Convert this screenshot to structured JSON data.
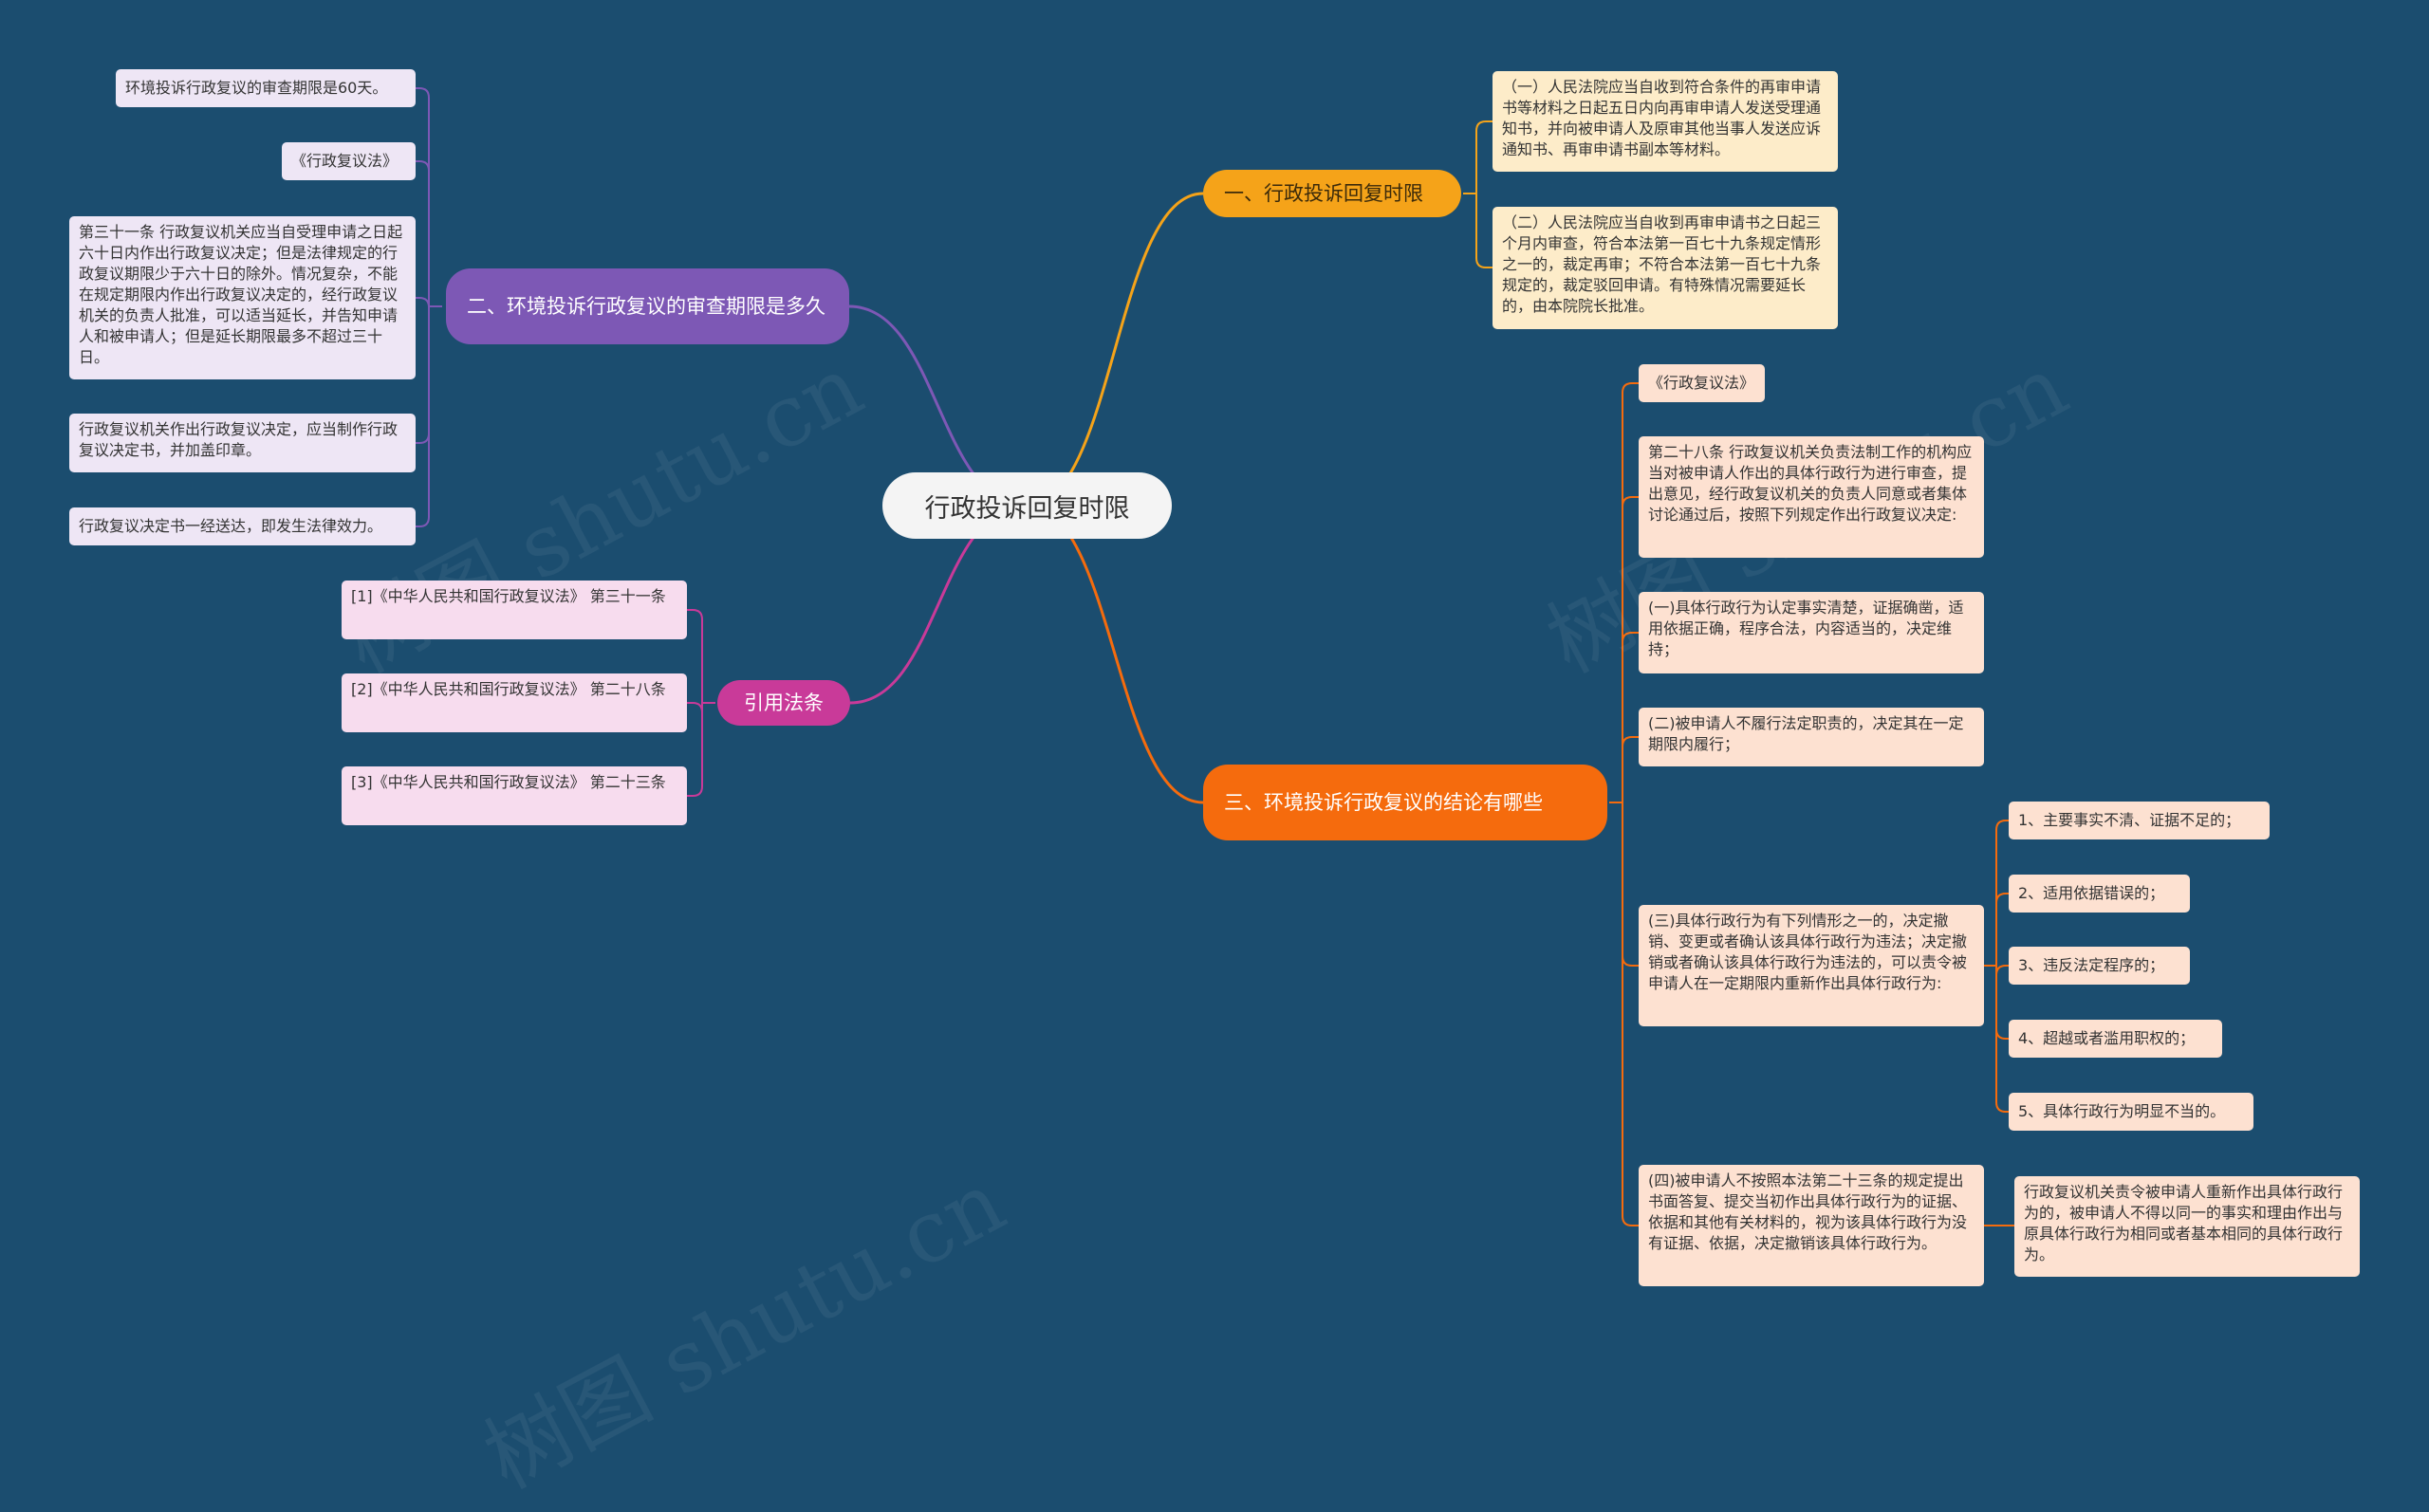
{
  "root": {
    "label": "行政投诉回复时限"
  },
  "branches": {
    "b1": {
      "label": "一、行政投诉回复时限",
      "color": "#f5a319",
      "children": [
        "（一）人民法院应当自收到符合条件的再审申请书等材料之日起五日内向再审申请人发送受理通知书，并向被申请人及原审其他当事人发送应诉通知书、再审申请书副本等材料。",
        "（二）人民法院应当自收到再审申请书之日起三个月内审查，符合本法第一百七十九条规定情形之一的，裁定再审；不符合本法第一百七十九条规定的，裁定驳回申请。有特殊情况需要延长的，由本院院长批准。"
      ]
    },
    "b2": {
      "label": "二、环境投诉行政复议的审查期限是多久",
      "color": "#7d58b5",
      "children": [
        "环境投诉行政复议的审查期限是60天。",
        "《行政复议法》",
        "第三十一条 行政复议机关应当自受理申请之日起六十日内作出行政复议决定；但是法律规定的行政复议期限少于六十日的除外。情况复杂，不能在规定期限内作出行政复议决定的，经行政复议机关的负责人批准，可以适当延长，并告知申请人和被申请人；但是延长期限最多不超过三十日。",
        "行政复议机关作出行政复议决定，应当制作行政复议决定书，并加盖印章。",
        "行政复议决定书一经送达，即发生法律效力。"
      ]
    },
    "b3": {
      "label": "引用法条",
      "color": "#c93a99",
      "children": [
        "[1]《中华人民共和国行政复议法》 第三十一条",
        "[2]《中华人民共和国行政复议法》 第二十八条",
        "[3]《中华人民共和国行政复议法》 第二十三条"
      ]
    },
    "b4": {
      "label": "三、环境投诉行政复议的结论有哪些",
      "color": "#f56b0d",
      "children": [
        "《行政复议法》",
        "第二十八条 行政复议机关负责法制工作的机构应当对被申请人作出的具体行政行为进行审查，提出意见，经行政复议机关的负责人同意或者集体讨论通过后，按照下列规定作出行政复议决定:",
        "(一)具体行政行为认定事实清楚，证据确凿，适用依据正确，程序合法，内容适当的，决定维持；",
        "(二)被申请人不履行法定职责的，决定其在一定期限内履行；",
        "(三)具体行政行为有下列情形之一的，决定撤销、变更或者确认该具体行政行为违法；决定撤销或者确认该具体行政行为违法的，可以责令被申请人在一定期限内重新作出具体行政行为:",
        "(四)被申请人不按照本法第二十三条的规定提出书面答复、提交当初作出具体行政行为的证据、依据和其他有关材料的，视为该具体行政行为没有证据、依据，决定撤销该具体行政行为。"
      ],
      "sub3": [
        "1、主要事实不清、证据不足的；",
        "2、适用依据错误的；",
        "3、违反法定程序的；",
        "4、超越或者滥用职权的；",
        "5、具体行政行为明显不当的。"
      ],
      "sub4": [
        "行政复议机关责令被申请人重新作出具体行政行为的，被申请人不得以同一的事实和理由作出与原具体行政行为相同或者基本相同的具体行政行为。"
      ]
    }
  },
  "watermark": {
    "text": "树图 shutu.cn"
  }
}
